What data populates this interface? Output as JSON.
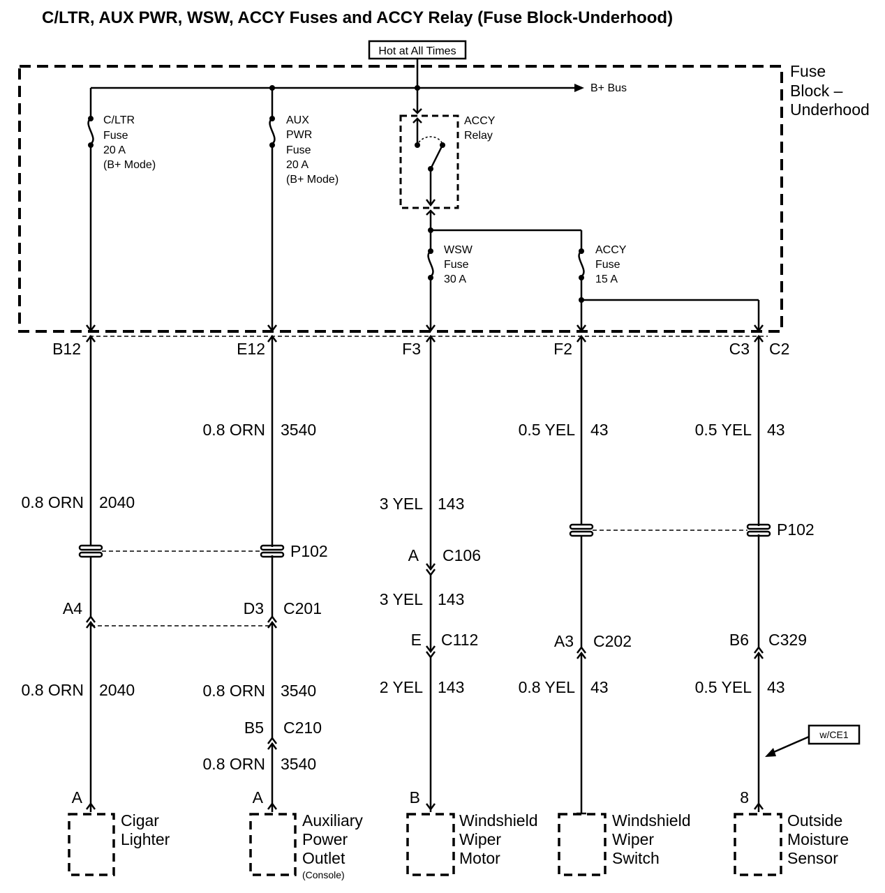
{
  "title": "C/LTR, AUX PWR, WSW, ACCY Fuses and ACCY Relay (Fuse Block-Underhood)",
  "hot_label": "Hot at All Times",
  "bus_label": "B+ Bus",
  "block_label": [
    "Fuse",
    "Block –",
    "Underhood"
  ],
  "fuses": {
    "cltr": [
      "C/LTR",
      "Fuse",
      "20 A",
      "(B+ Mode)"
    ],
    "aux": [
      "AUX",
      "PWR",
      "Fuse",
      "20 A",
      "(B+ Mode)"
    ],
    "wsw": [
      "WSW",
      "Fuse",
      "30 A"
    ],
    "accy": [
      "ACCY",
      "Fuse",
      "15 A"
    ]
  },
  "relay": [
    "ACCY",
    "Relay"
  ],
  "terminals": {
    "b12": "B12",
    "e12": "E12",
    "f3": "F3",
    "f2": "F2",
    "c3": "C3",
    "c2": "C2"
  },
  "wires": {
    "w1": [
      "0.8 ORN",
      "2040"
    ],
    "w2": [
      "0.8 ORN",
      "2040"
    ],
    "w3": [
      "0.8 ORN",
      "3540"
    ],
    "w4": [
      "0.8 ORN",
      "3540"
    ],
    "w5": [
      "0.8 ORN",
      "3540"
    ],
    "w6": [
      "3 YEL",
      "143"
    ],
    "w7": [
      "3 YEL",
      "143"
    ],
    "w8": [
      "2 YEL",
      "143"
    ],
    "w9": [
      "0.5 YEL",
      "43"
    ],
    "w10": [
      "0.8 YEL",
      "43"
    ],
    "w11": [
      "0.5 YEL",
      "43"
    ],
    "w12": [
      "0.5 YEL",
      "43"
    ]
  },
  "connectors": {
    "p102a": "P102",
    "p102b": "P102",
    "a4": "A4",
    "d3": "D3",
    "c201": "C201",
    "b5": "B5",
    "c210": "C210",
    "a_c106": "A",
    "c106": "C106",
    "e_c112": "E",
    "c112": "C112",
    "a3": "A3",
    "c202": "C202",
    "b6": "B6",
    "c329": "C329"
  },
  "option_label": "w/CE1",
  "components": {
    "cigar": {
      "pin": "A",
      "name": [
        "Cigar",
        "Lighter"
      ]
    },
    "aux_outlet": {
      "pin": "A",
      "name": [
        "Auxiliary",
        "Power",
        "Outlet"
      ],
      "note": "(Console)"
    },
    "wiper_motor": {
      "pin": "B",
      "name": [
        "Windshield",
        "Wiper",
        "Motor"
      ]
    },
    "wiper_switch": {
      "name": [
        "Windshield",
        "Wiper",
        "Switch"
      ]
    },
    "moisture": {
      "pin": "8",
      "name": [
        "Outside",
        "Moisture",
        "Sensor"
      ]
    }
  }
}
